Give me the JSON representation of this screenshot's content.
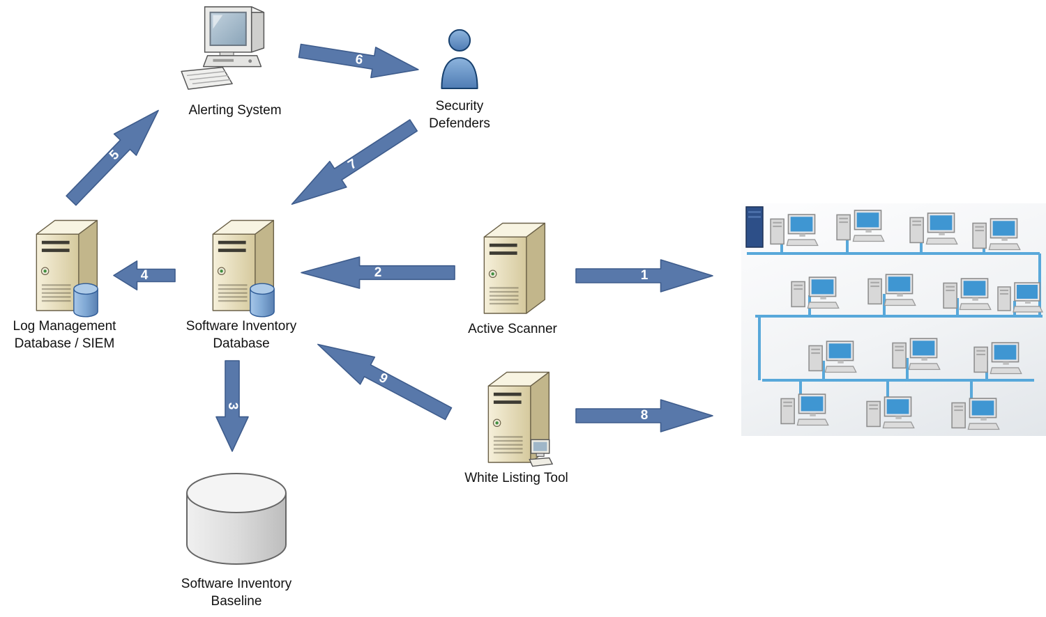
{
  "colors": {
    "background": "#ffffff",
    "arrow_fill": "#5878aa",
    "arrow_stroke": "#3e5c8c",
    "arrow_number": "#ffffff",
    "label": "#111111",
    "network_cable": "#58a8da",
    "server_body": "#e9e1c0",
    "database_blue": "#7fa8d4"
  },
  "diagram": {
    "nodes": {
      "alerting_system": {
        "label": "Alerting System"
      },
      "security_defenders": {
        "line1": "Security",
        "line2": "Defenders"
      },
      "log_management": {
        "line1": "Log Management",
        "line2": "Database / SIEM"
      },
      "software_inventory_database": {
        "line1": "Software Inventory",
        "line2": "Database"
      },
      "active_scanner": {
        "label": "Active Scanner"
      },
      "white_listing_tool": {
        "label": "White Listing Tool"
      },
      "software_inventory_baseline": {
        "line1": "Software Inventory",
        "line2": "Baseline"
      }
    },
    "arrows": [
      {
        "number": "1",
        "from": "active_scanner",
        "to": "network"
      },
      {
        "number": "2",
        "from": "active_scanner",
        "to": "software_inventory_database"
      },
      {
        "number": "3",
        "from": "software_inventory_database",
        "to": "software_inventory_baseline"
      },
      {
        "number": "4",
        "from": "software_inventory_database",
        "to": "log_management"
      },
      {
        "number": "5",
        "from": "log_management",
        "to": "alerting_system"
      },
      {
        "number": "6",
        "from": "alerting_system",
        "to": "security_defenders"
      },
      {
        "number": "7",
        "from": "security_defenders",
        "to": "software_inventory_database"
      },
      {
        "number": "8",
        "from": "white_listing_tool",
        "to": "network"
      },
      {
        "number": "9",
        "from": "white_listing_tool",
        "to": "software_inventory_database"
      }
    ]
  }
}
